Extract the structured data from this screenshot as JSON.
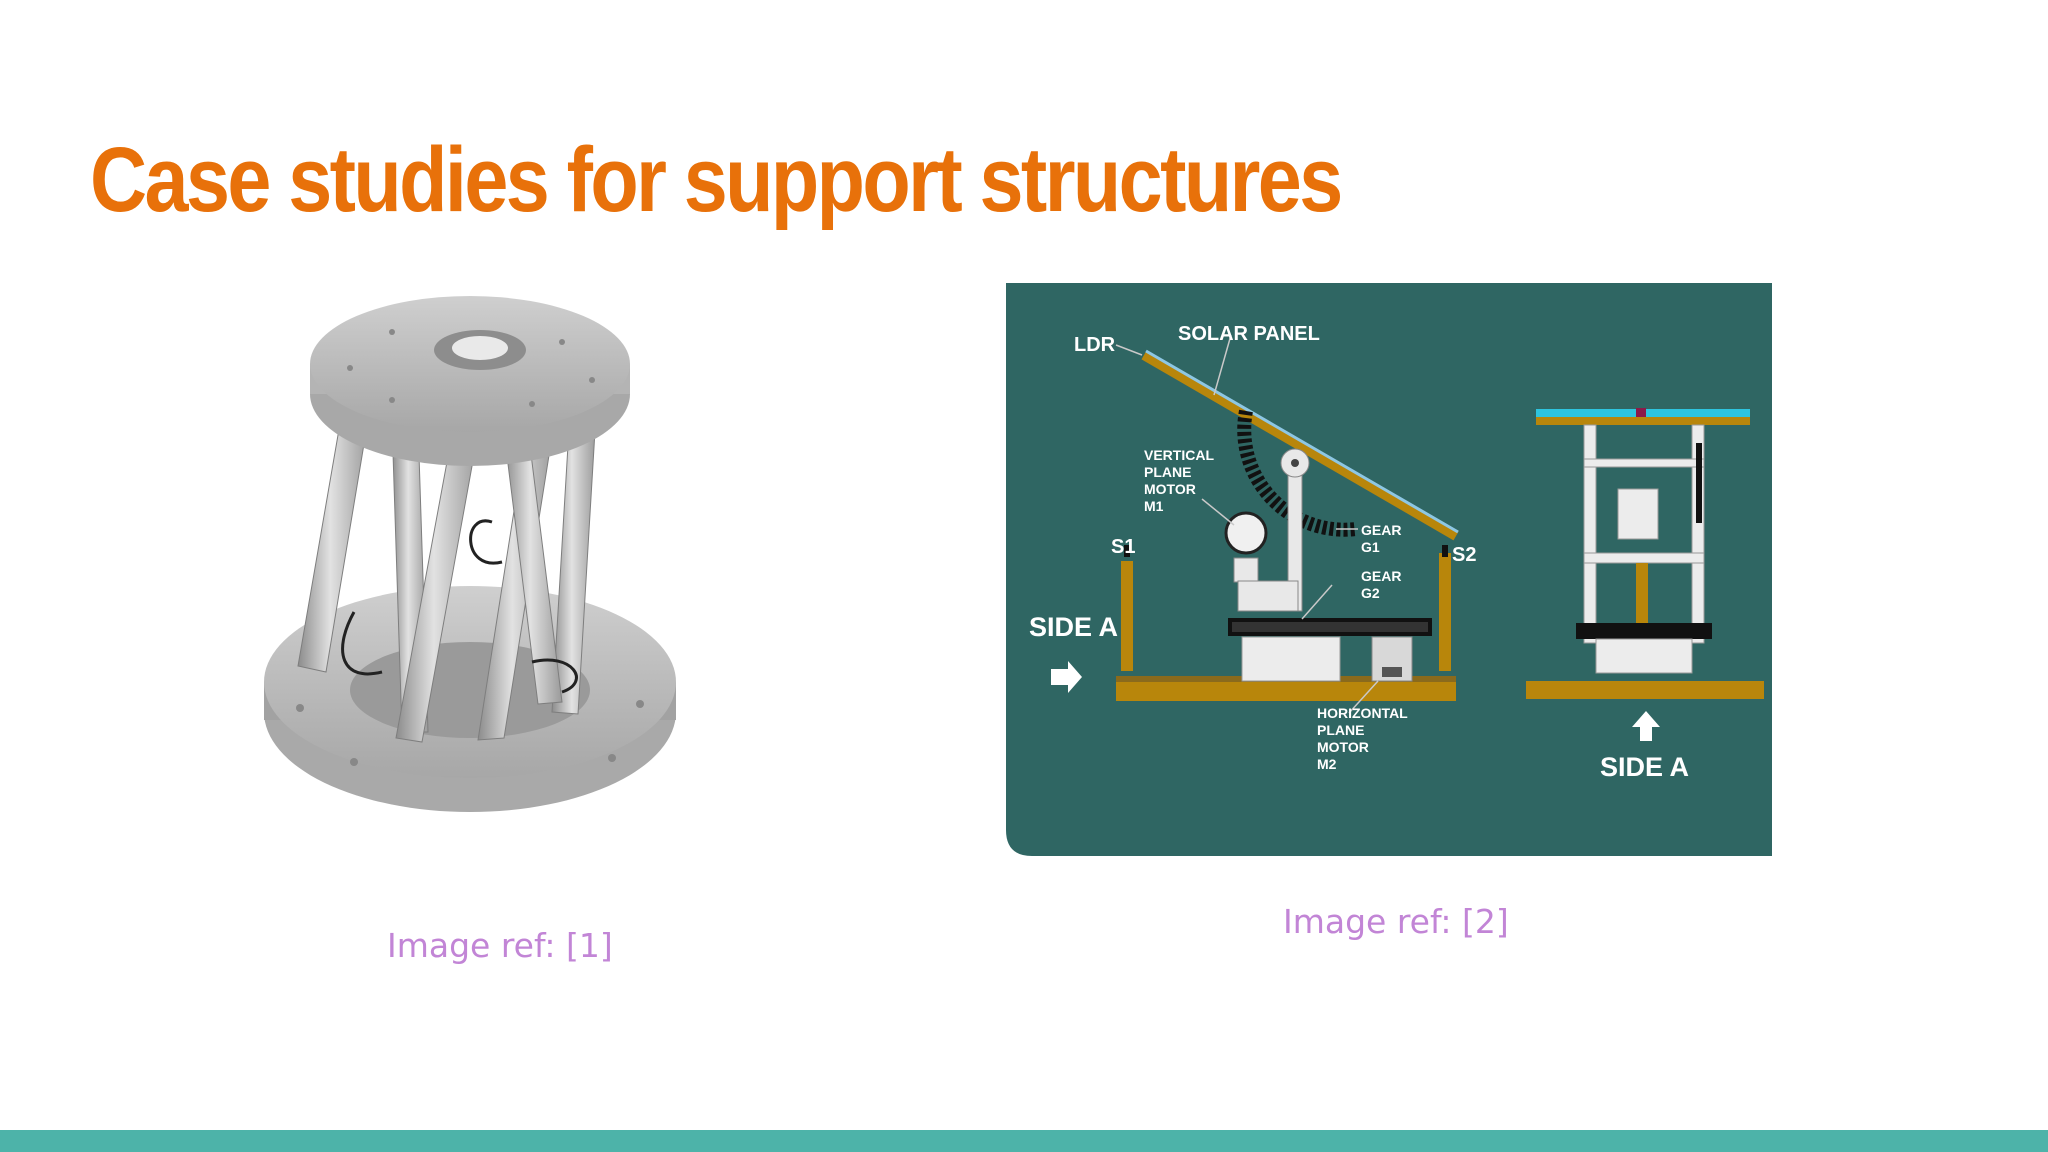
{
  "slide": {
    "title": "Case studies for support structures",
    "caption_left": "Image ref: [1]",
    "caption_right": "Image ref: [2]"
  },
  "diagram": {
    "labels": {
      "ldr": "LDR",
      "solar_panel": "SOLAR PANEL",
      "vertical_motor": [
        "VERTICAL",
        "PLANE",
        "MOTOR",
        "M1"
      ],
      "s1": "S1",
      "s2": "S2",
      "gear_g1": [
        "GEAR",
        "G1"
      ],
      "gear_g2": [
        "GEAR",
        "G2"
      ],
      "side_a_left": "SIDE A",
      "horizontal_motor": [
        "HORIZONTAL",
        "PLANE",
        "MOTOR",
        "M2"
      ],
      "side_a_right": "SIDE A"
    }
  },
  "colors": {
    "title": "#e8710a",
    "caption": "#c285d6",
    "footer": "#4db3a9",
    "diagram_bg": "#2f6663",
    "frame": "#b8860b"
  }
}
